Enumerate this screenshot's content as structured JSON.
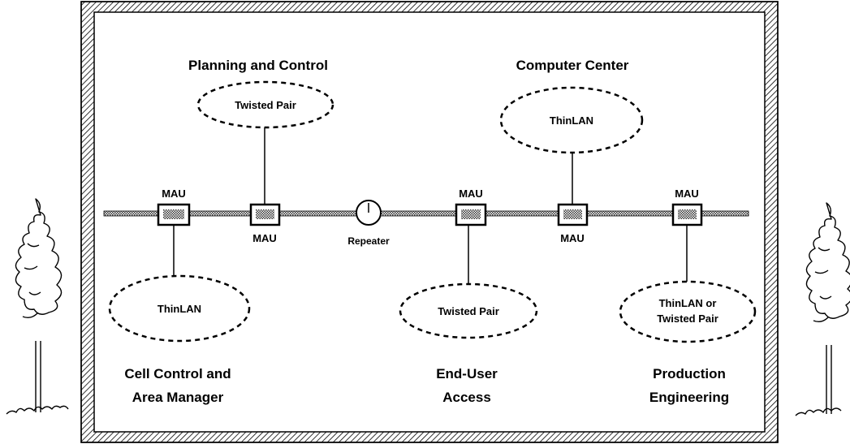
{
  "areas": {
    "planning": "Planning and Control",
    "computer": "Computer Center",
    "cell_line1": "Cell Control and",
    "cell_line2": "Area Manager",
    "enduser_line1": "End-User",
    "enduser_line2": "Access",
    "production_line1": "Production",
    "production_line2": "Engineering"
  },
  "segments": {
    "planning": "Twisted Pair",
    "computer": "ThinLAN",
    "cell": "ThinLAN",
    "enduser": "Twisted Pair",
    "production_line1": "ThinLAN or",
    "production_line2": "Twisted Pair"
  },
  "backbone": {
    "mau_label": "MAU",
    "repeater_label": "Repeater"
  },
  "decorations": {
    "left": "tree-icon",
    "right": "tree-icon"
  }
}
